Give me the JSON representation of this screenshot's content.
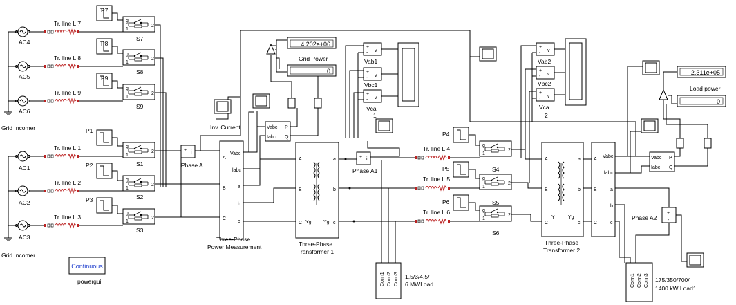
{
  "labels": {
    "ac": [
      "AC4",
      "AC5",
      "AC6",
      "AC1",
      "AC2",
      "AC3"
    ],
    "lines_top": [
      "Tr. line L 7",
      "Tr. line L 8",
      "Tr. line L 9"
    ],
    "lines_bottom": [
      "Tr. line L 1",
      "Tr. line L 2",
      "Tr. line L 3"
    ],
    "lines_right": [
      "Tr. line L 4",
      "Tr. line L 5",
      "Tr. line L 6"
    ],
    "pulses_top": [
      "P7",
      "P8",
      "P9"
    ],
    "pulses_bottom": [
      "P1",
      "P2",
      "P3"
    ],
    "pulses_right": [
      "P4",
      "P5",
      "P6"
    ],
    "switches_top": [
      "S7",
      "S8",
      "S9"
    ],
    "switches_bottom": [
      "S1",
      "S2",
      "S3"
    ],
    "switches_right": [
      "S4",
      "S5",
      "S6"
    ],
    "grid_incomer": "Grid Incomer",
    "phase_a": "Phase A",
    "phase_a1": "Phase A1",
    "phase_a2": "Phase A2",
    "inv_current": "Inv. Current",
    "pm_title_1": "Three-Phase",
    "pm_title_2": "Power Measurement",
    "t1_title_1": "Three-Phase",
    "t1_title_2": "Transformer 1",
    "t2_title_1": "Three-Phase",
    "t2_title_2": "Transformer 2",
    "grid_power": "Grid Power",
    "load_power": "Load power",
    "display_grid_p": "4.202e+06",
    "display_grid_q": "0",
    "display_load_p": "2.311e+05",
    "display_load_q": "0",
    "vab1": "Vab1",
    "vbc1": "Vbc1",
    "vca1": "Vca",
    "one": "1",
    "vab2": "Vab2",
    "vbc2": "Vbc2",
    "vca2": "Vca",
    "two": "2",
    "load1_1": "1.5/3/4.5/",
    "load1_2": "6 MWLoad",
    "load2_1": "175/350/700/",
    "load2_2": "1400 kW Load1",
    "powergui_block": "Continuous",
    "powergui": "powergui",
    "ports": {
      "vabc": "Vabc",
      "iabc": "Iabc",
      "labc": "labc",
      "A": "A",
      "B": "B",
      "C": "C",
      "a": "a",
      "b": "b",
      "c": "c",
      "P": "P",
      "Q": "Q",
      "g": "g",
      "one": "1",
      "two": "2",
      "plus": "+",
      "minus": "-",
      "v": "v",
      "i": "i",
      "yg": "Yg",
      "y": "Y",
      "conn1": "Conn1",
      "conn2": "Conn2",
      "conn3": "Conn3"
    }
  }
}
